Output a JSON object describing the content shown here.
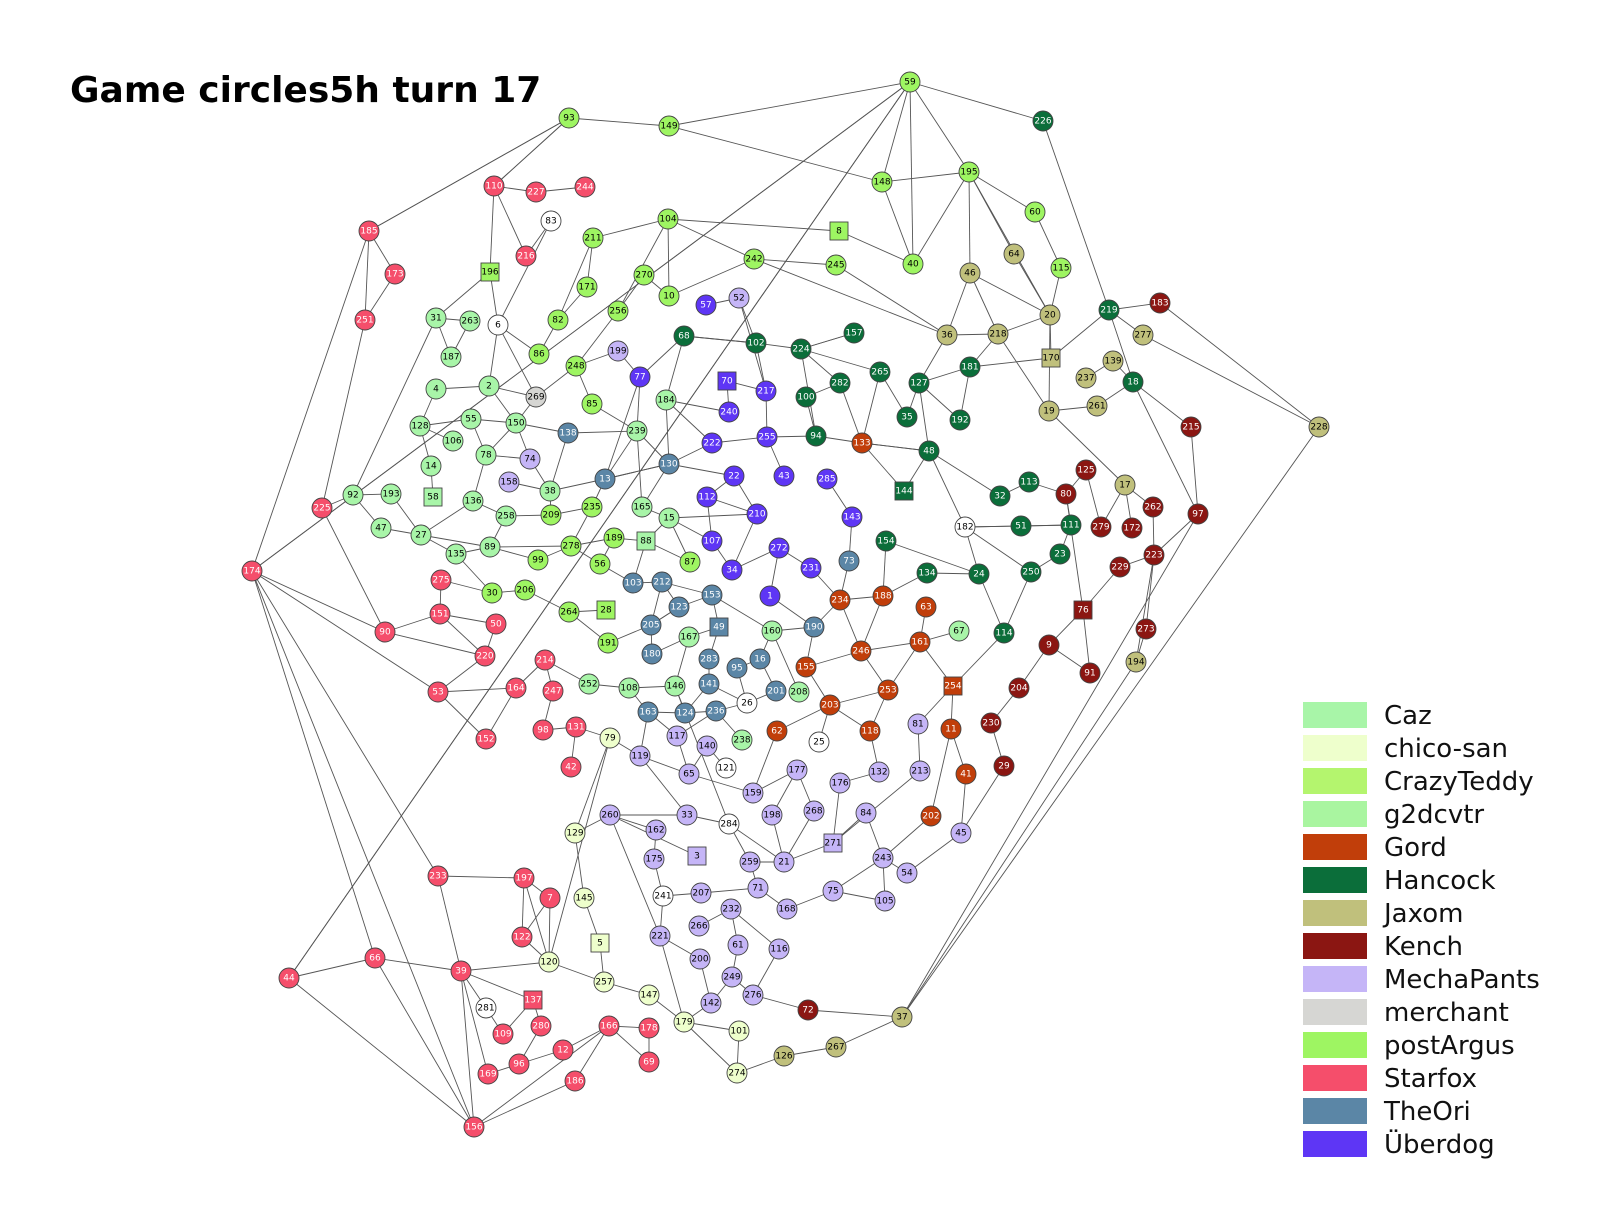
{
  "title": "Game circles5h turn 17",
  "players": [
    {
      "name": "Caz",
      "color": "#a8f5a8",
      "text": "#000000"
    },
    {
      "name": "chico-san",
      "color": "#eeffcc",
      "text": "#000000"
    },
    {
      "name": "CrazyTeddy",
      "color": "#b4f56e",
      "text": "#000000"
    },
    {
      "name": "g2dcvtr",
      "color": "#a9f5a0",
      "text": "#000000"
    },
    {
      "name": "Gord",
      "color": "#c13e0a",
      "text": "#ffffff"
    },
    {
      "name": "Hancock",
      "color": "#0b6e3a",
      "text": "#ffffff"
    },
    {
      "name": "Jaxom",
      "color": "#c0c07c",
      "text": "#000000"
    },
    {
      "name": "Kench",
      "color": "#8b1612",
      "text": "#ffffff"
    },
    {
      "name": "MechaPants",
      "color": "#c5b5f7",
      "text": "#000000"
    },
    {
      "name": "merchant",
      "color": "#d6d6d3",
      "text": "#000000"
    },
    {
      "name": "postArgus",
      "color": "#9ef562",
      "text": "#000000"
    },
    {
      "name": "Starfox",
      "color": "#f54e6b",
      "text": "#ffffff"
    },
    {
      "name": "TheOri",
      "color": "#5b86a6",
      "text": "#ffffff"
    },
    {
      "name": "Überdog",
      "color": "#5e36f5",
      "text": "#ffffff"
    }
  ],
  "neutral_color": "#ffffff"
}
